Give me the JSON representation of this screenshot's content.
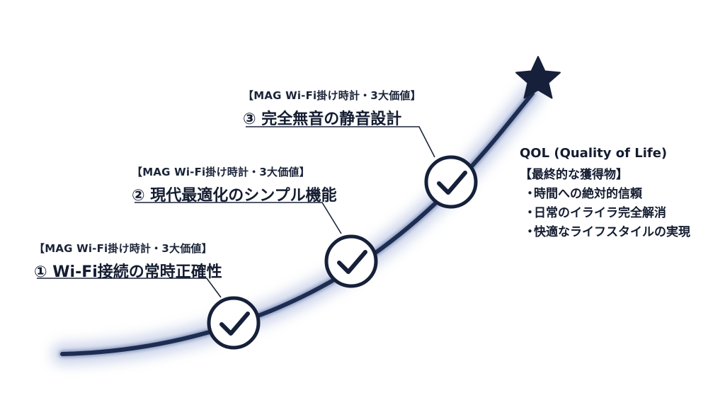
{
  "milestones": [
    {
      "caption": "【MAG Wi-Fi掛け時計・3大価値】",
      "title": "① Wi-Fi接続の常時正確性"
    },
    {
      "caption": "【MAG Wi-Fi掛け時計・3大価値】",
      "title": "② 現代最適化のシンプル機能"
    },
    {
      "caption": "【MAG Wi-Fi掛け時計・3大価値】",
      "title": "③ 完全無音の静音設計"
    }
  ],
  "goal": {
    "title": "QOL (Quality of Life)",
    "subtitle": "【最終的な獲得物】",
    "bullet_mark": "・",
    "items": [
      "時間への絶対的信頼",
      "日常のイライラ完全解消",
      "快適なライフスタイルの実現"
    ]
  },
  "colors": {
    "curve": "#1d2d52",
    "curve_glow": "#6f86c4",
    "circle_stroke": "#16203a",
    "check": "#16203a",
    "star": "#16203a",
    "leader": "#1b2438"
  },
  "icons": [
    "check-icon",
    "star-icon"
  ]
}
